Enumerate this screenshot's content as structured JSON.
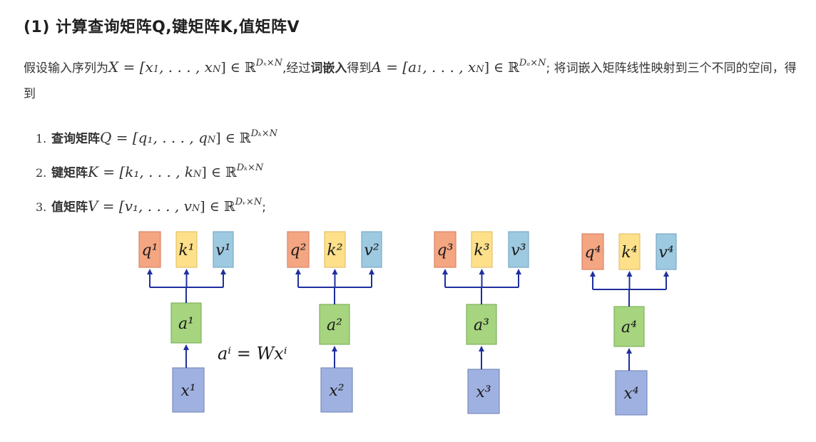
{
  "heading": "(1) 计算查询矩阵Q,键矩阵K,值矩阵V",
  "para": {
    "t1": "假设输入序列为",
    "x_eq": "X = [x",
    "x_rest": ", . . . , x",
    "x_close": "] ∈ ℝ",
    "x_sup": "Dₓ×N",
    "t2": ",经过",
    "bold": "词嵌入",
    "t3": "得到",
    "a_eq": "A = [a",
    "a_close": "] ∈ ℝ",
    "a_sup": "Dₐ×N",
    "t4": "; 将词嵌入矩阵线性映射到三个不同的空间，得到"
  },
  "list": [
    {
      "num": "1.",
      "label": "查询矩阵",
      "eq": "Q = [q₁, . . . , q",
      "sub": "N",
      "close": "] ∈ ℝ",
      "sup": "Dₖ×N",
      "end": ""
    },
    {
      "num": "2.",
      "label": "键矩阵",
      "eq": "K = [k₁, . . . , k",
      "sub": "N",
      "close": "] ∈ ℝ",
      "sup": "Dₖ×N",
      "end": ""
    },
    {
      "num": "3.",
      "label": "值矩阵",
      "eq": "V = [v₁, . . . , v",
      "sub": "N",
      "close": "] ∈ ℝ",
      "sup": "Dᵥ×N",
      "end": ";"
    }
  ],
  "diagram": {
    "formula": "aⁱ = Wxⁱ",
    "colors": {
      "q": "#f4a582",
      "k": "#fee08b",
      "v": "#9ecae1",
      "a": "#a6d47f",
      "x": "#9fb1e0",
      "arrow": "#1f2f9e"
    },
    "groups": [
      {
        "q": "q¹",
        "k": "k¹",
        "v": "v¹",
        "a": "a¹",
        "x": "x¹"
      },
      {
        "q": "q²",
        "k": "k²",
        "v": "v²",
        "a": "a²",
        "x": "x²"
      },
      {
        "q": "q³",
        "k": "k³",
        "v": "v³",
        "a": "a³",
        "x": "x³"
      },
      {
        "q": "q⁴",
        "k": "k⁴",
        "v": "v⁴",
        "a": "a⁴",
        "x": "x⁴"
      }
    ]
  }
}
